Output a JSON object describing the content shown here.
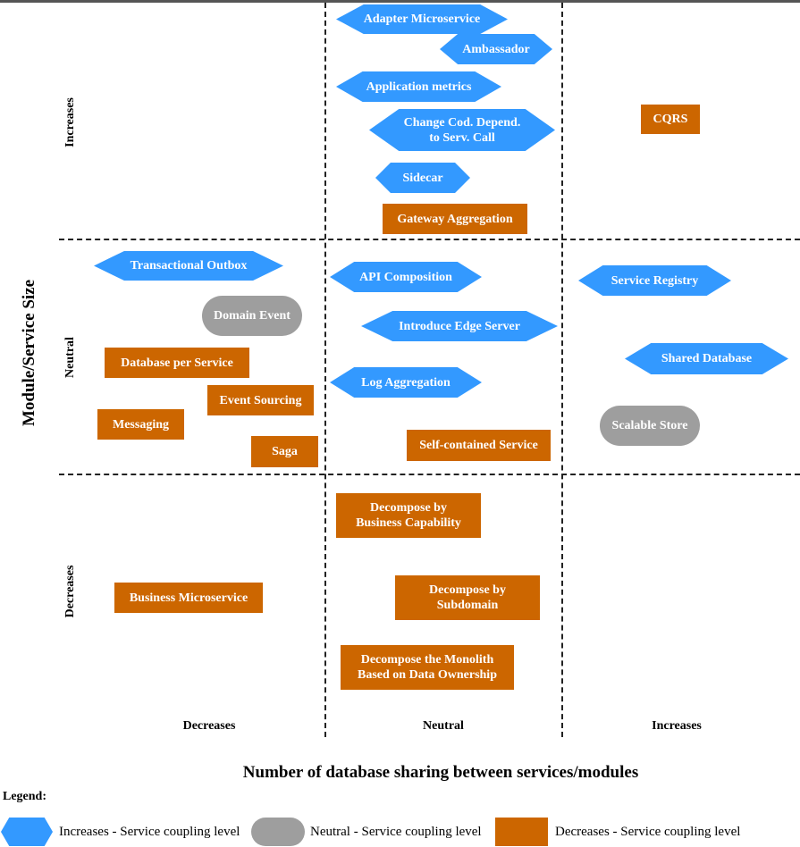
{
  "axes": {
    "y_title": "Module/Service Size",
    "x_title": "Number of database sharing between services/modules",
    "rows": {
      "increases": "Increases",
      "neutral": "Neutral",
      "decreases": "Decreases"
    },
    "cols": {
      "decreases": "Decreases",
      "neutral": "Neutral",
      "increases": "Increases"
    }
  },
  "nodes": {
    "adapter_microservice": "Adapter Microservice",
    "ambassador": "Ambassador",
    "application_metrics": "Application metrics",
    "change_cod_depend": "Change Cod. Depend.\nto Serv. Call",
    "sidecar": "Sidecar",
    "gateway_aggregation": "Gateway Aggregation",
    "cqrs": "CQRS",
    "transactional_outbox": "Transactional Outbox",
    "domain_event": "Domain Event",
    "database_per_service": "Database per Service",
    "event_sourcing": "Event Sourcing",
    "messaging": "Messaging",
    "saga": "Saga",
    "api_composition": "API Composition",
    "introduce_edge_server": "Introduce Edge Server",
    "log_aggregation": "Log Aggregation",
    "self_contained_service": "Self-contained Service",
    "service_registry": "Service Registry",
    "shared_database": "Shared Database",
    "scalable_store": "Scalable Store",
    "decompose_business_capability": "Decompose by\nBusiness Capability",
    "decompose_subdomain": "Decompose by\nSubdomain",
    "decompose_monolith": "Decompose the Monolith\nBased on Data Ownership",
    "business_microservice": "Business Microservice"
  },
  "legend": {
    "title": "Legend:",
    "increases": "Increases - Service coupling level",
    "neutral": "Neutral - Service coupling level",
    "decreases": "Decreases - Service coupling level"
  },
  "colors": {
    "increases": "#3399ff",
    "neutral": "#9e9e9e",
    "decreases": "#cc6600"
  }
}
